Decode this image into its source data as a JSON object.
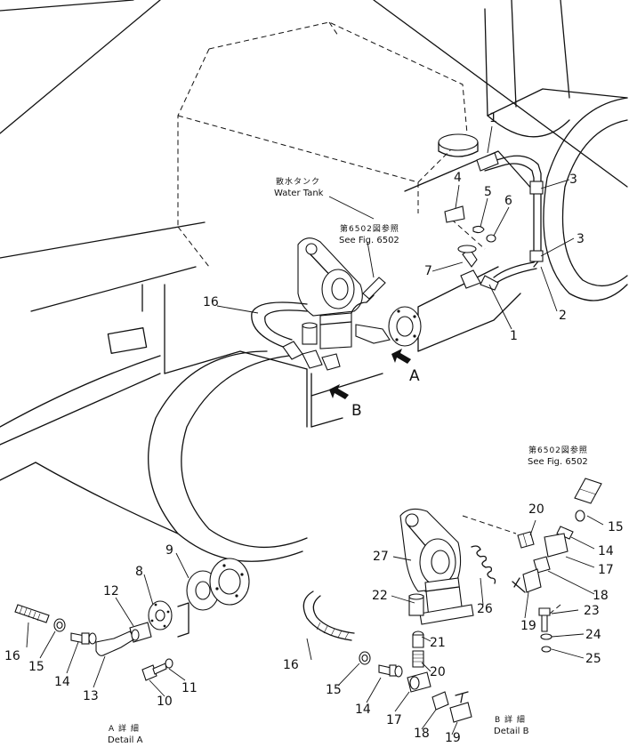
{
  "figure": {
    "water_tank_jp": "散水タンク",
    "water_tank_en": "Water Tank",
    "see_fig_jp": "第6502図参照",
    "see_fig_en": "See Fig. 6502",
    "view_a": "A",
    "view_b": "B",
    "detail_a_jp": "A 詳 細",
    "detail_a_en": "Detail A",
    "detail_b_jp": "B 詳 細",
    "detail_b_en": "Detail B"
  },
  "part_numbers": {
    "p1": "1",
    "p2": "2",
    "p3": "3",
    "p4": "4",
    "p5": "5",
    "p6": "6",
    "p7": "7",
    "p8": "8",
    "p9": "9",
    "p10": "10",
    "p11": "11",
    "p12": "12",
    "p13": "13",
    "p14": "14",
    "p15": "15",
    "p16": "16",
    "p17": "17",
    "p18": "18",
    "p19": "19",
    "p20": "20",
    "p21": "21",
    "p22": "22",
    "p23": "23",
    "p24": "24",
    "p25": "25",
    "p26": "26",
    "p27": "27"
  }
}
